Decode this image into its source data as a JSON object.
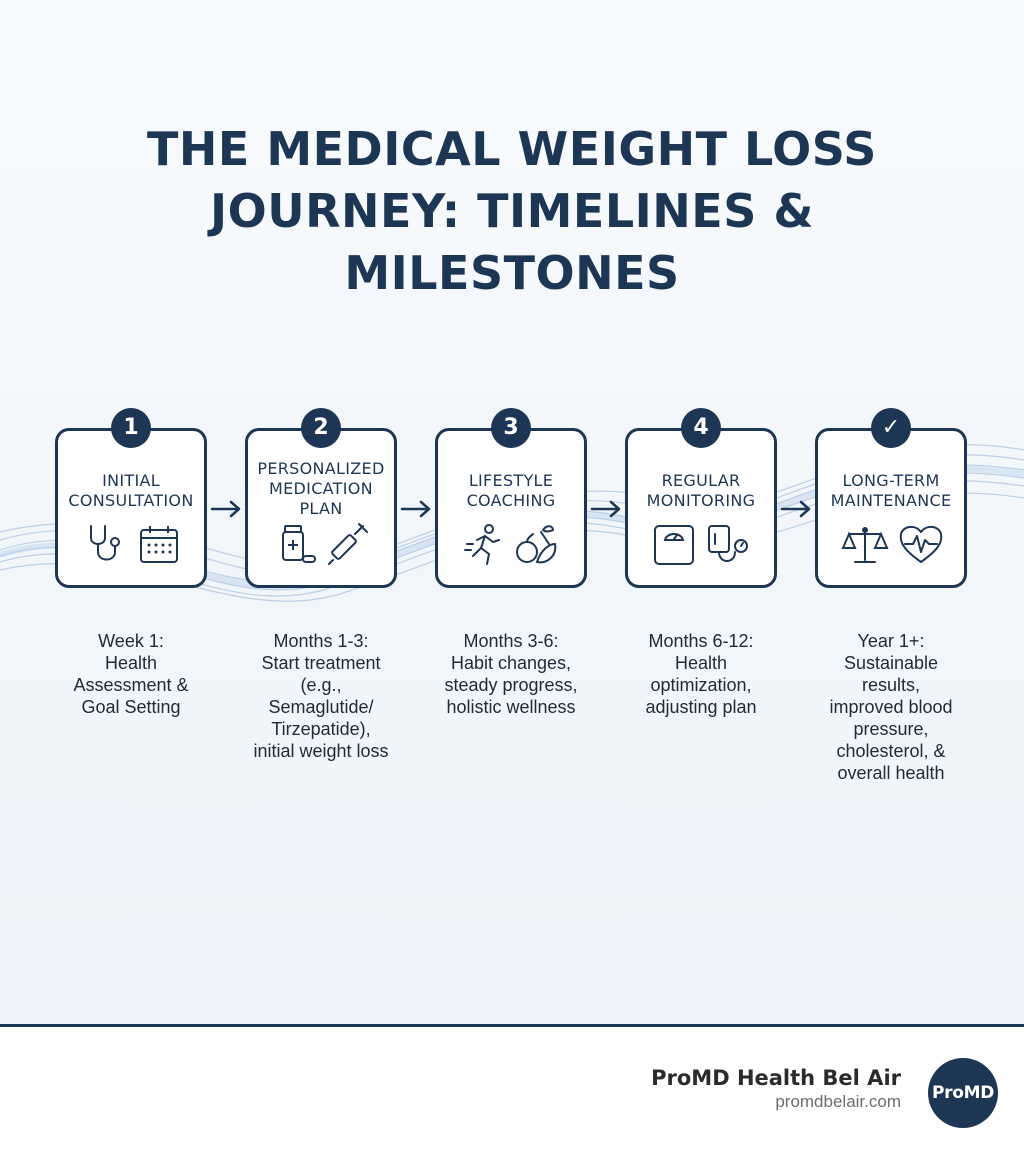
{
  "title": "THE MEDICAL WEIGHT LOSS JOURNEY: TIMELINES & MILESTONES",
  "steps": [
    {
      "badge": "1",
      "label": "INITIAL\nCONSULTATION",
      "icons": [
        "stethoscope-icon",
        "calendar-icon"
      ],
      "caption": "Week 1:\nHealth\nAssessment &\nGoal Setting"
    },
    {
      "badge": "2",
      "label": "PERSONALIZED\nMEDICATION\nPLAN",
      "icons": [
        "pill-bottle-icon",
        "syringe-icon"
      ],
      "caption": "Months 1-3:\nStart treatment\n(e.g.,\nSemaglutide/\nTirzepatide),\ninitial weight loss"
    },
    {
      "badge": "3",
      "label": "LIFESTYLE\nCOACHING",
      "icons": [
        "running-person-icon",
        "fruits-vegetables-icon"
      ],
      "caption": "Months 3-6:\nHabit changes,\nsteady progress,\nholistic wellness"
    },
    {
      "badge": "4",
      "label": "REGULAR\nMONITORING",
      "icons": [
        "scale-icon",
        "blood-pressure-monitor-icon"
      ],
      "caption": "Months 6-12:\nHealth\noptimization,\nadjusting plan"
    },
    {
      "badge": "✓",
      "label": "LONG-TERM\nMAINTENANCE",
      "icons": [
        "balance-scale-icon",
        "heartbeat-icon"
      ],
      "caption": "Year 1+:\nSustainable\nresults,\nimproved blood\npressure,\ncholesterol, &\noverall health"
    }
  ],
  "footer": {
    "brand_name": "ProMD Health Bel Air",
    "url": "promdbelair.com",
    "logo_text": "ProMD"
  },
  "colors": {
    "primary": "#1d3654",
    "wave": "#8fb0d6",
    "background": "#f4f8fb"
  }
}
